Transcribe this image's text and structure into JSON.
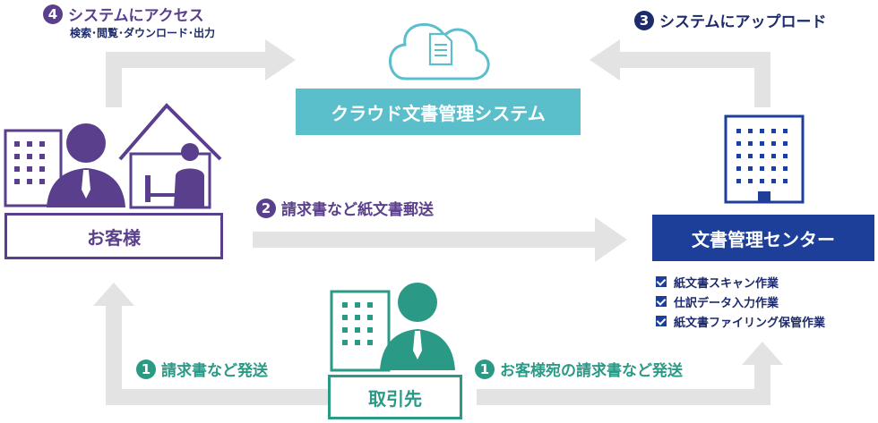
{
  "nodes": {
    "cloud_system": "クラウド文書管理システム",
    "customer": "お客様",
    "center": "文書管理センター",
    "vendor": "取引先"
  },
  "steps": {
    "s4": {
      "num": "4",
      "title": "システムにアクセス",
      "sub": "検索･閲覧･ダウンロード･出力"
    },
    "s3": {
      "num": "3",
      "title": "システムにアップロード"
    },
    "s2": {
      "num": "2",
      "title": "請求書など紙文書郵送"
    },
    "s1a": {
      "num": "1",
      "title": "請求書など発送"
    },
    "s1b": {
      "num": "1",
      "title": "お客様宛の請求書など発送"
    }
  },
  "tasks": [
    "紙文書スキャン作業",
    "仕訳データ入力作業",
    "紙文書ファイリング保管作業"
  ],
  "colors": {
    "purple": "#5a3f8c",
    "teal": "#2a9985",
    "cloud_teal": "#5bbfcb",
    "navy": "#1d3f9a",
    "arrow_gray": "#e3e3e3"
  },
  "icons": [
    "cloud-document-icon",
    "office-building-icon",
    "businessman-icon",
    "home-worker-icon",
    "checkbox-icon"
  ]
}
